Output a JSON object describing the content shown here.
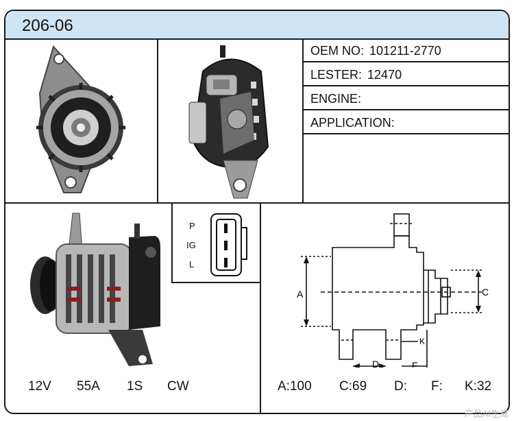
{
  "title": "206-06",
  "specs": [
    {
      "label": "OEM NO:",
      "value": "101211-2770"
    },
    {
      "label": "LESTER:",
      "value": "12470"
    },
    {
      "label": "ENGINE:",
      "value": ""
    },
    {
      "label": "APPLICATION:",
      "value": ""
    }
  ],
  "connector": {
    "pins": [
      "P",
      "IG",
      "L"
    ]
  },
  "diagram": {
    "labels": {
      "a": "A",
      "c": "C",
      "d": "D",
      "f": "F",
      "k": "K"
    }
  },
  "electrical": {
    "voltage": "12V",
    "amperage": "55A",
    "plug": "1S",
    "rotation": "CW"
  },
  "dimensions": {
    "a": "A:100",
    "c": "C:69",
    "d": "D:",
    "f": "F:",
    "k": "K:32"
  },
  "watermark": "产品AI生成"
}
